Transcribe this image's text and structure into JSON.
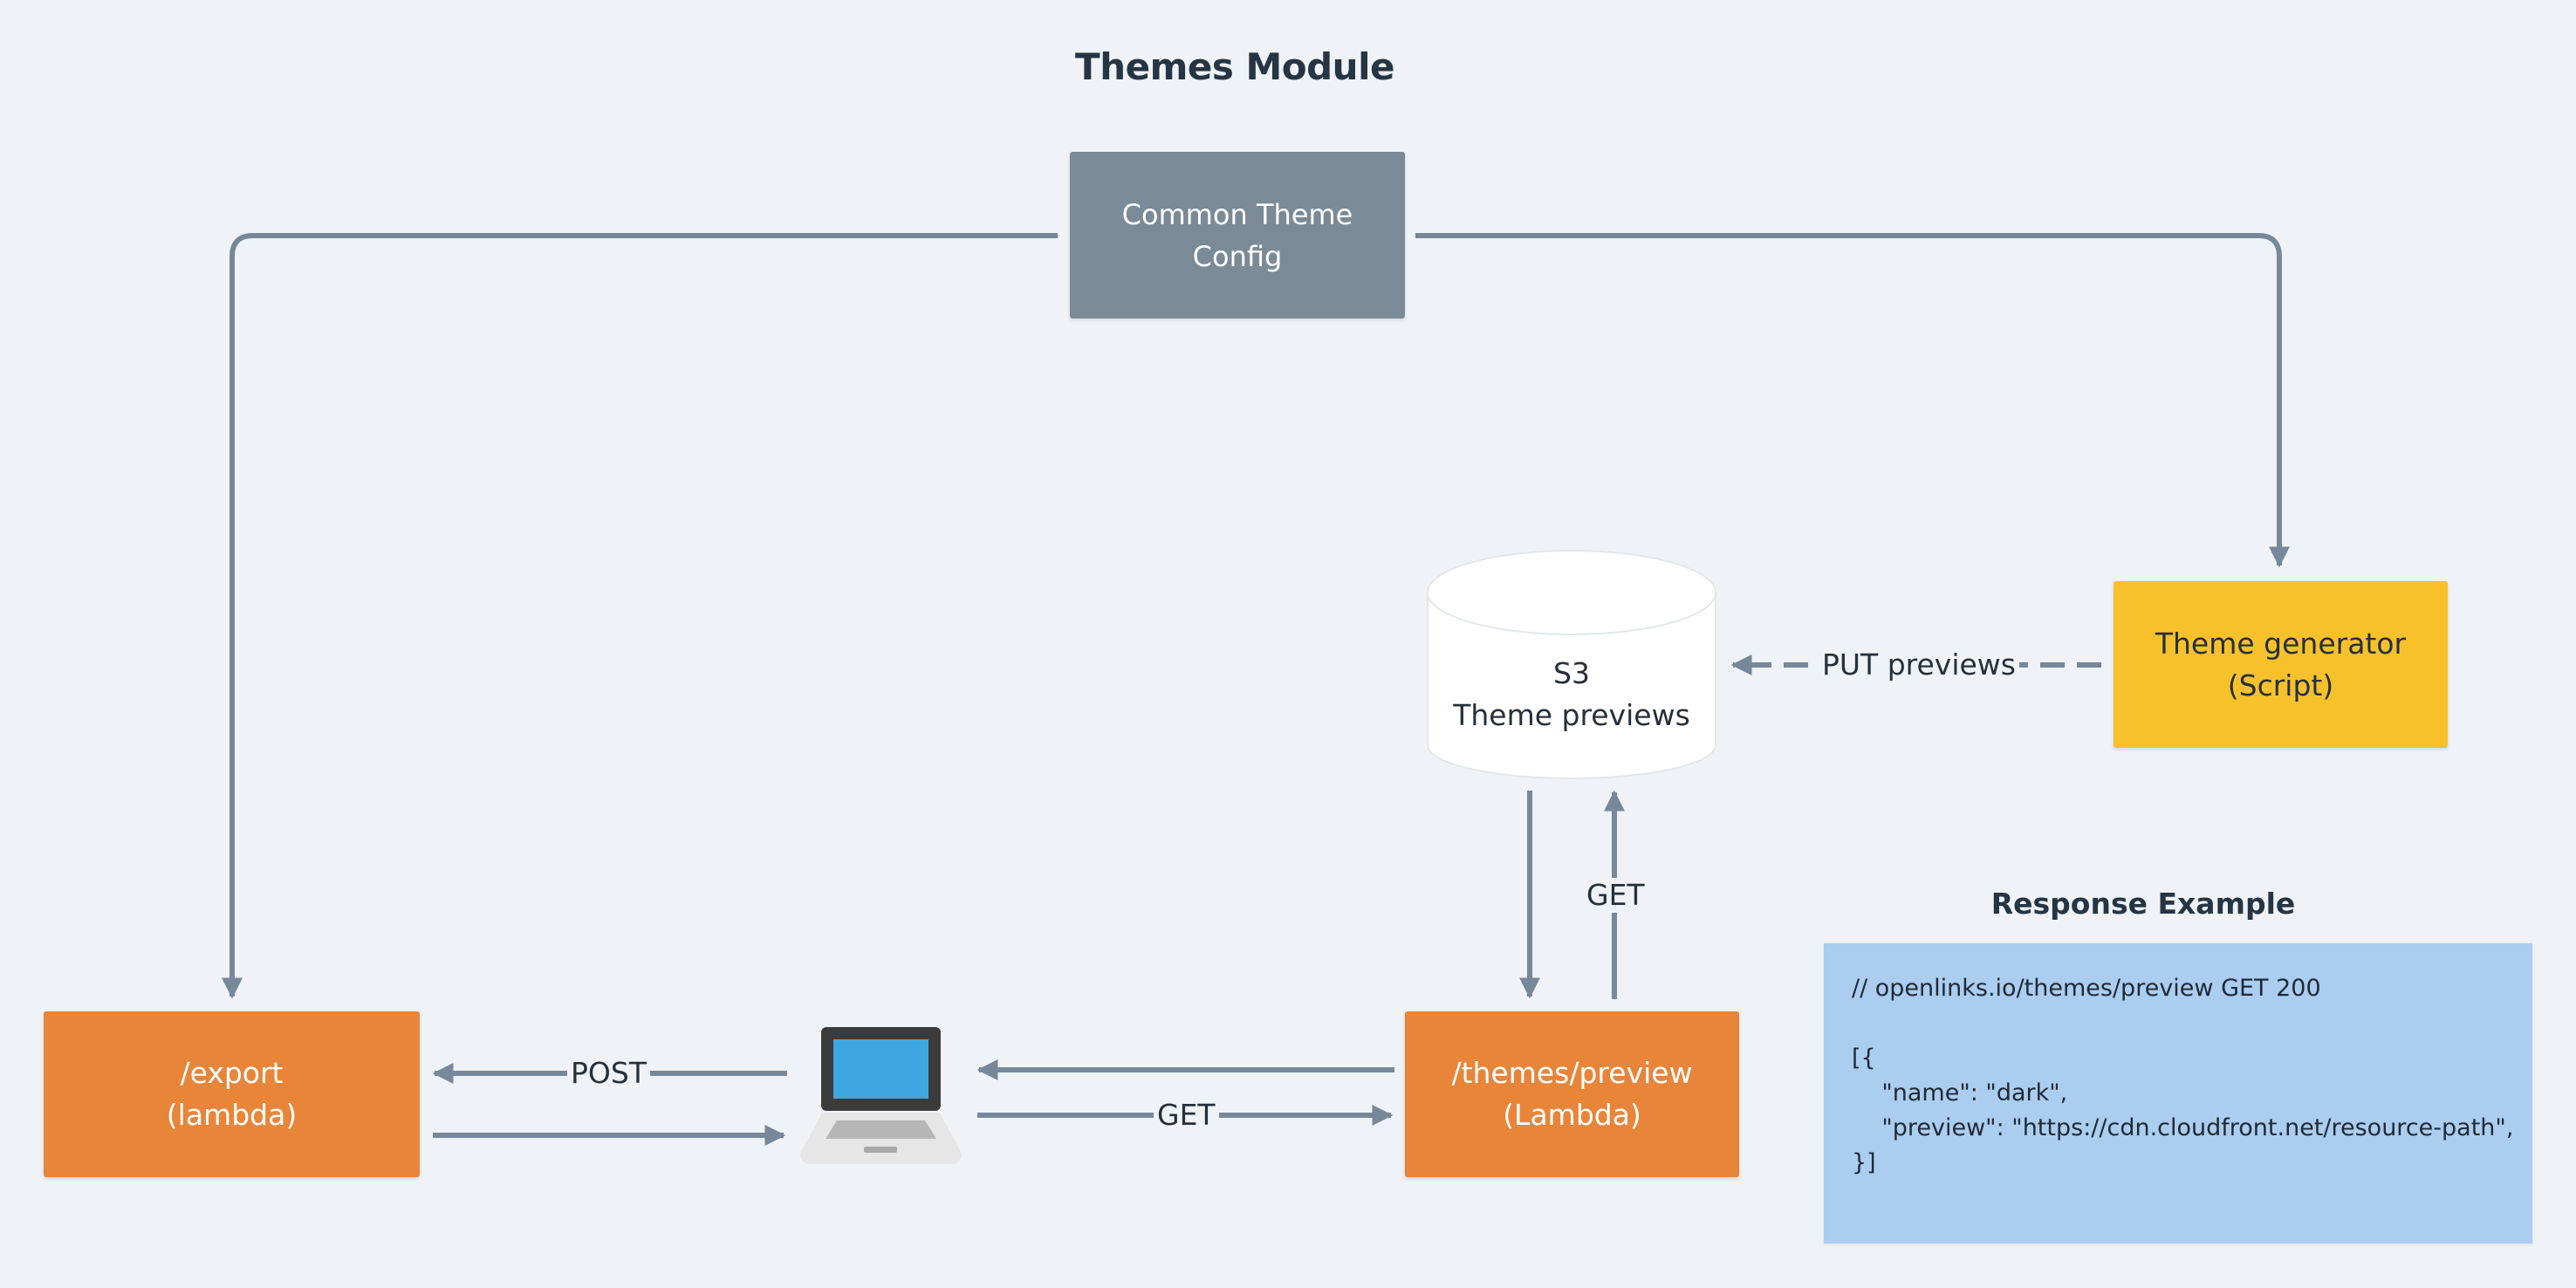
{
  "diagram": {
    "title": "Themes Module",
    "nodes": {
      "common_config": "Common Theme\nConfig",
      "theme_generator": "Theme generator\n(Script)",
      "s3": "S3\nTheme previews",
      "export": "/export\n(lambda)",
      "themes_preview": "/themes/preview\n(Lambda)"
    },
    "edges": {
      "put_previews": "PUT previews",
      "post": "POST",
      "get_client": "GET",
      "get_s3": "GET"
    },
    "response": {
      "title": "Response Example",
      "lines": [
        "// openlinks.io/themes/preview GET 200",
        "",
        "[{",
        "    \"name\": \"dark\",",
        "    \"preview\": \"https://cdn.cloudfront.net/resource-path\",",
        "}]"
      ]
    },
    "icons": {
      "client": "laptop-icon",
      "storage": "database-cylinder-icon"
    },
    "colors": {
      "background": "#eff3f7",
      "config": "#7a8a97",
      "generator": "#f7c12b",
      "lambda": "#e88539",
      "response_box": "#aacdf0",
      "connector": "#76889a"
    }
  }
}
